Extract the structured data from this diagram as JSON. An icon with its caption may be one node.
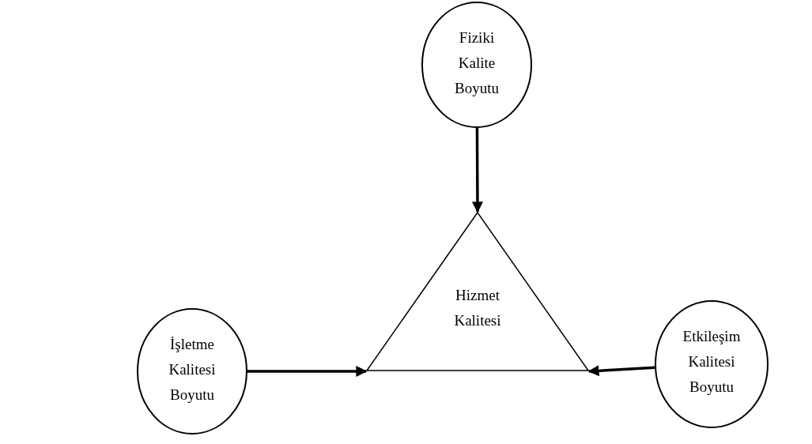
{
  "diagram": {
    "nodes": [
      {
        "text": [
          "Fiziki Kalite Boyutu"
        ]
      },
      {
        "text": [
          "Hizmet Kalitesi"
        ]
      },
      {
        "text": [
          "İşletme Kalitesi Boyutu"
        ]
      },
      {
        "text": [
          "Etkileşim Kalitesi Boyutu"
        ]
      }
    ],
    "edges": [
      {
        "from": 0,
        "to": 1,
        "arrow": "to"
      },
      {
        "from": 2,
        "to": 1,
        "arrow": "to"
      },
      {
        "from": 3,
        "to": 1,
        "arrow": "to"
      }
    ]
  }
}
